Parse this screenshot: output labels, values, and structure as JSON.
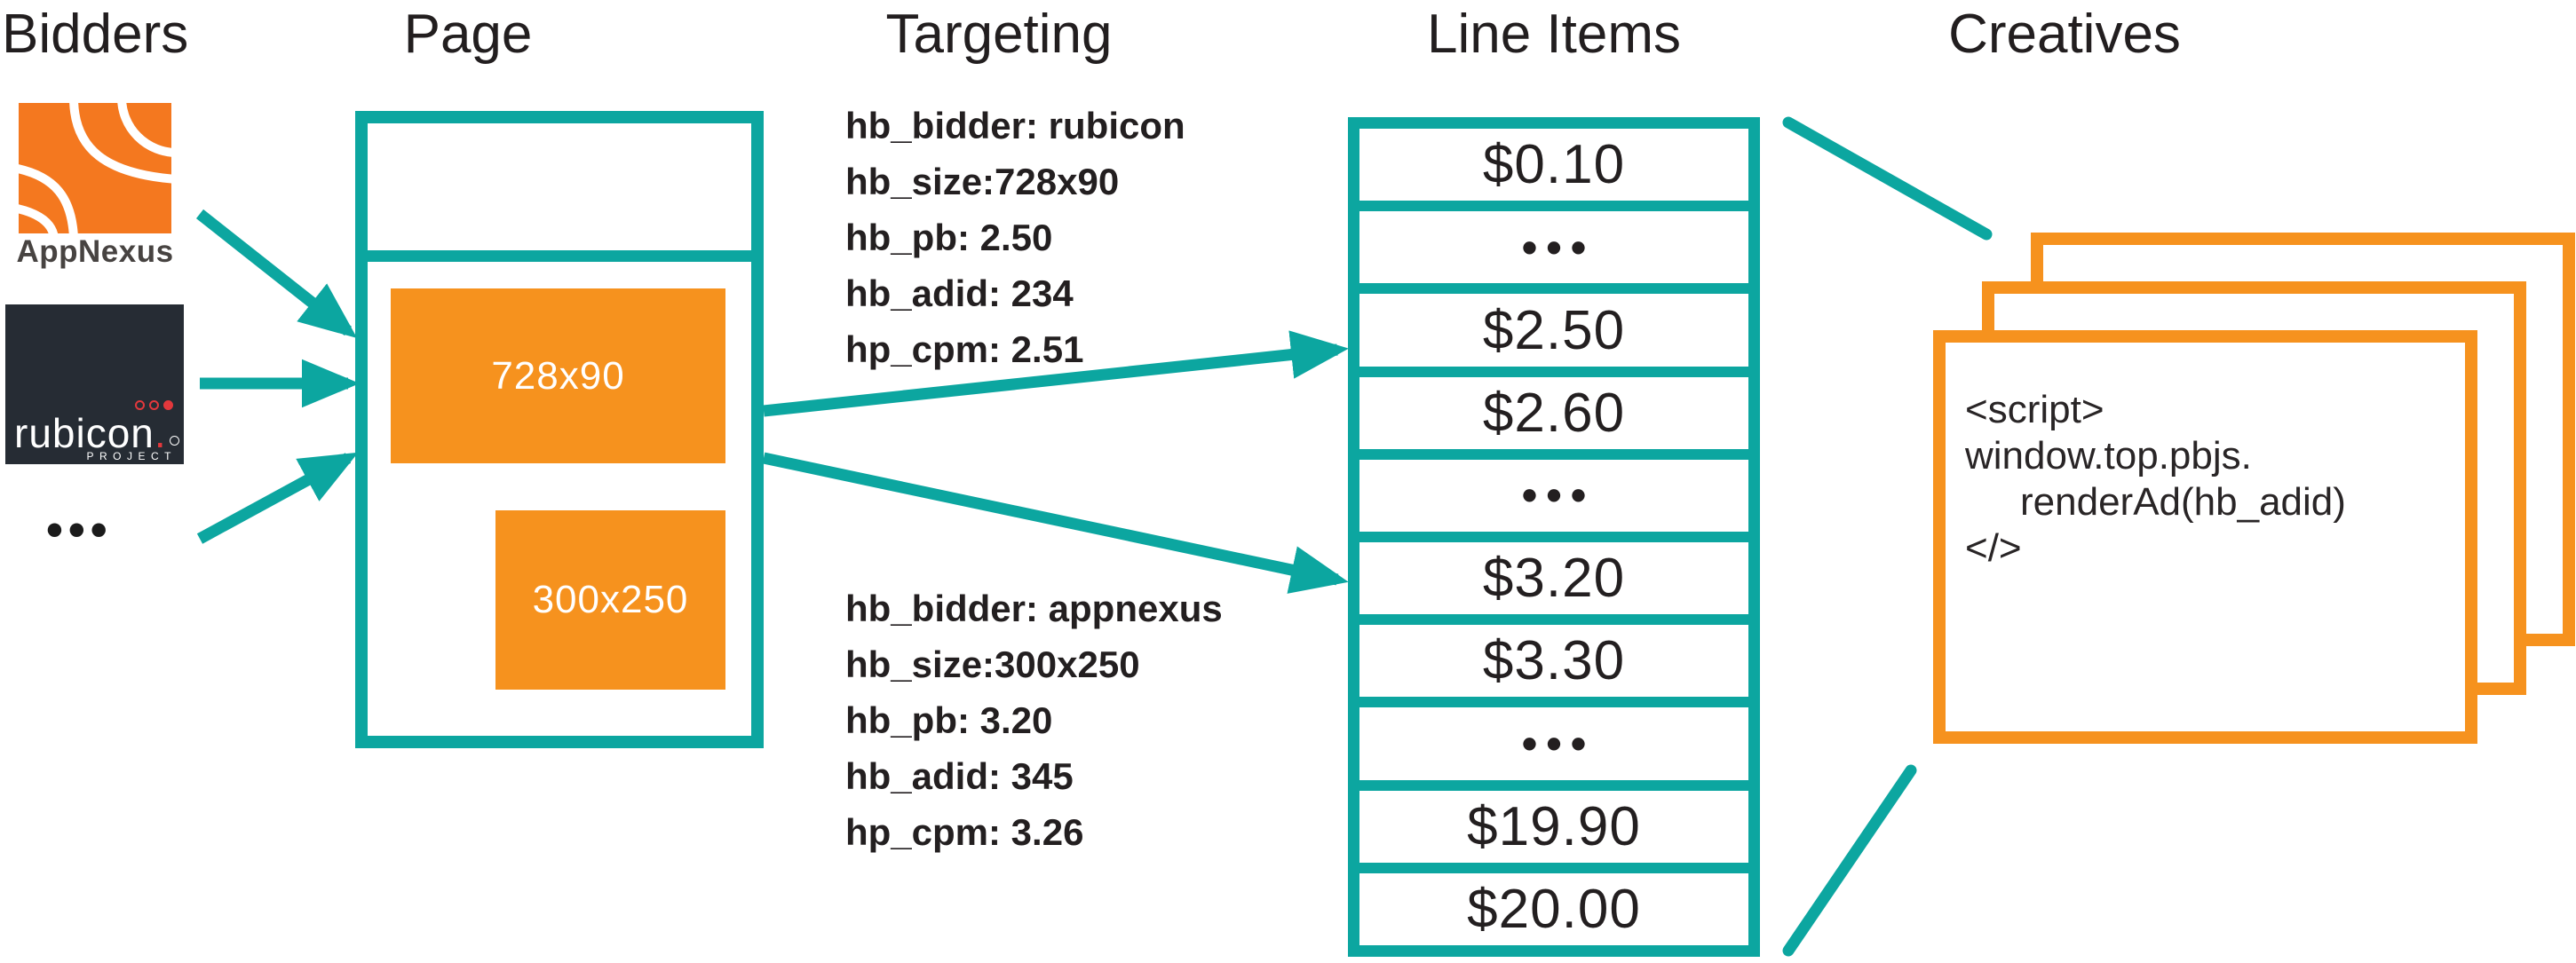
{
  "colors": {
    "teal": "#0CA6A0",
    "orange": "#F6921E",
    "appnexus_orange": "#F4781F",
    "rubicon_bg": "#262C34",
    "rubicon_red": "#E2383C",
    "ink": "#231F20"
  },
  "headers": {
    "bidders": "Bidders",
    "page": "Page",
    "targeting": "Targeting",
    "line_items": "Line Items",
    "creatives": "Creatives"
  },
  "bidders": {
    "appnexus_label": "AppNexus",
    "rubicon_wordmark": "rubicon",
    "rubicon_period": ".",
    "rubicon_subtext": "PROJECT",
    "more_indicator": "•••"
  },
  "page": {
    "ad_slots": [
      {
        "label": "728x90"
      },
      {
        "label": "300x250"
      }
    ]
  },
  "targeting": {
    "rubicon_block": {
      "lines": [
        "hb_bidder: rubicon",
        "hb_size:728x90",
        "hb_pb: 2.50",
        "hb_adid: 234",
        "hp_cpm: 2.51"
      ]
    },
    "appnexus_block": {
      "lines": [
        "hb_bidder: appnexus",
        "hb_size:300x250",
        "hb_pb: 3.20",
        "hb_adid: 345",
        "hp_cpm: 3.26"
      ]
    }
  },
  "line_items": {
    "rows": [
      "$0.10",
      "•••",
      "$2.50",
      "$2.60",
      "•••",
      "$3.20",
      "$3.30",
      "•••",
      "$19.90",
      "$20.00"
    ]
  },
  "creatives": {
    "code_lines": [
      "<script>",
      "window.top.pbjs.",
      "renderAd(hb_adid)",
      "</>"
    ]
  }
}
